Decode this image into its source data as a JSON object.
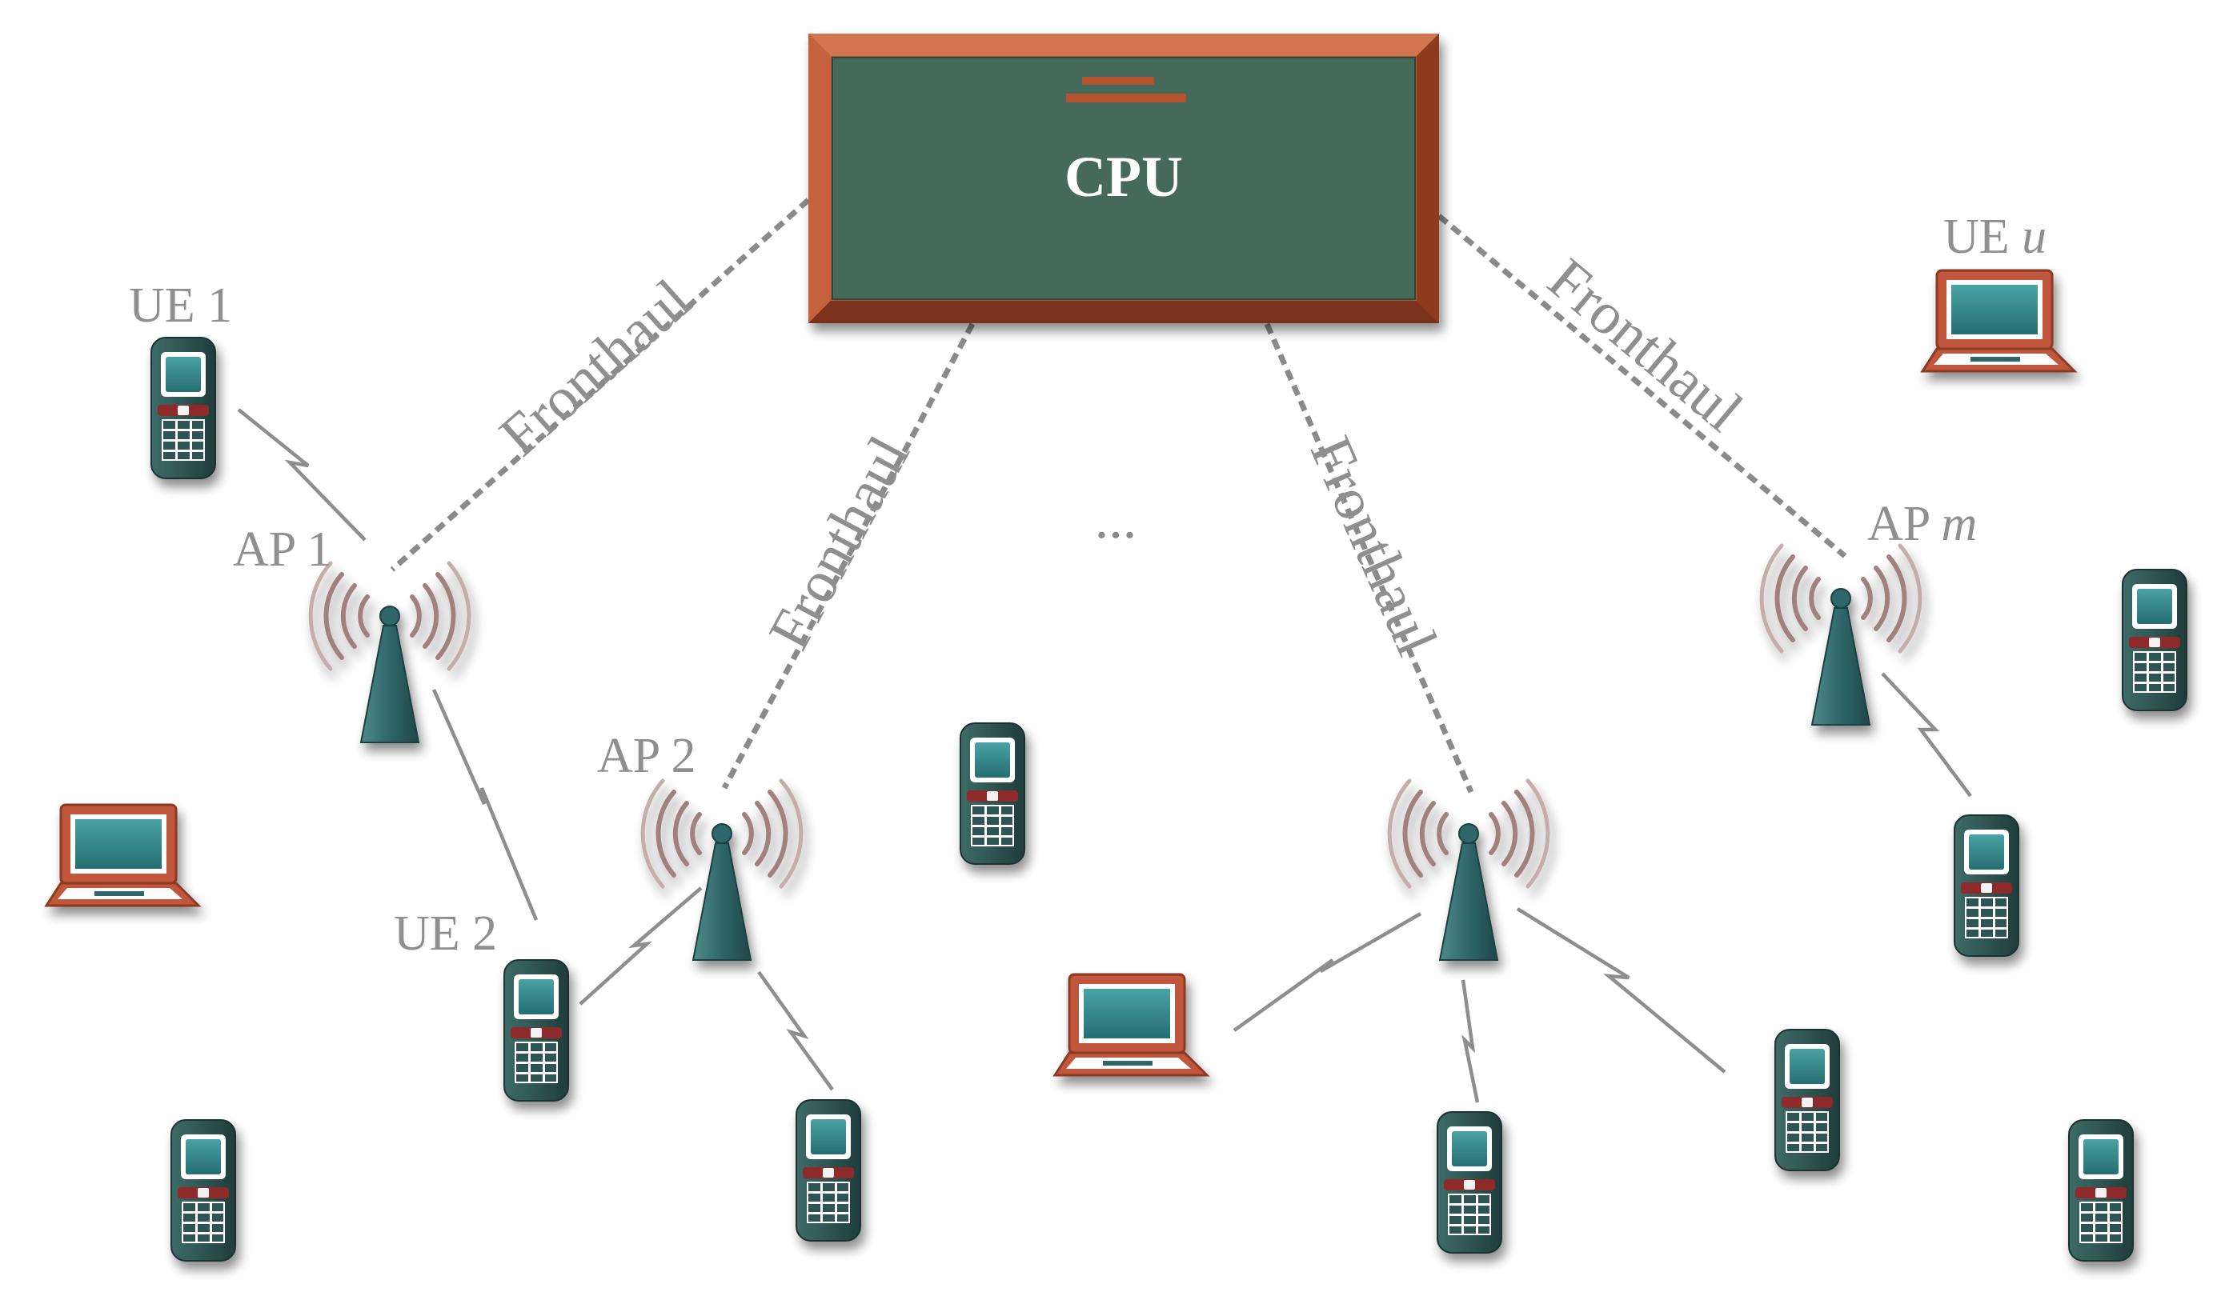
{
  "cpu": {
    "label": "CPU"
  },
  "fronthaul_labels": [
    "Fronthaul",
    "Fronthaul",
    "Fronthaul",
    "Fronthaul"
  ],
  "ellipsis": "...",
  "ap_labels": {
    "ap1": "AP 1",
    "ap2": "AP 2",
    "apm_prefix": "AP ",
    "apm_var": "m"
  },
  "ue_labels": {
    "ue1": "UE 1",
    "ue2": "UE 2",
    "ueu_prefix": "UE ",
    "ueu_var": "u"
  },
  "colors": {
    "cpu_face": "#456b5c",
    "cpu_frame": "#b4532d",
    "device_body": "#2f5552",
    "device_screen": "#2f7f82",
    "keypad_red": "#8e2a2a",
    "laptop_frame": "#c0573a",
    "ap_tower": "#2f6669",
    "signal_arcs": "#a28080",
    "text_gray": "#8f8f8f"
  }
}
